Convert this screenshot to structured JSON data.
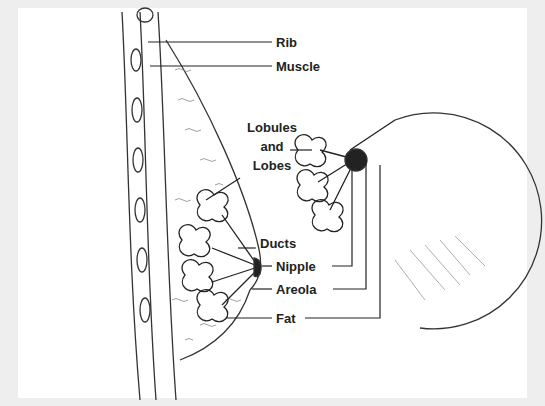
{
  "diagram": {
    "labels": [
      "Rib",
      "Muscle",
      "Lobules and Lobes",
      "Ducts",
      "Nipple",
      "Areola",
      "Fat"
    ]
  }
}
